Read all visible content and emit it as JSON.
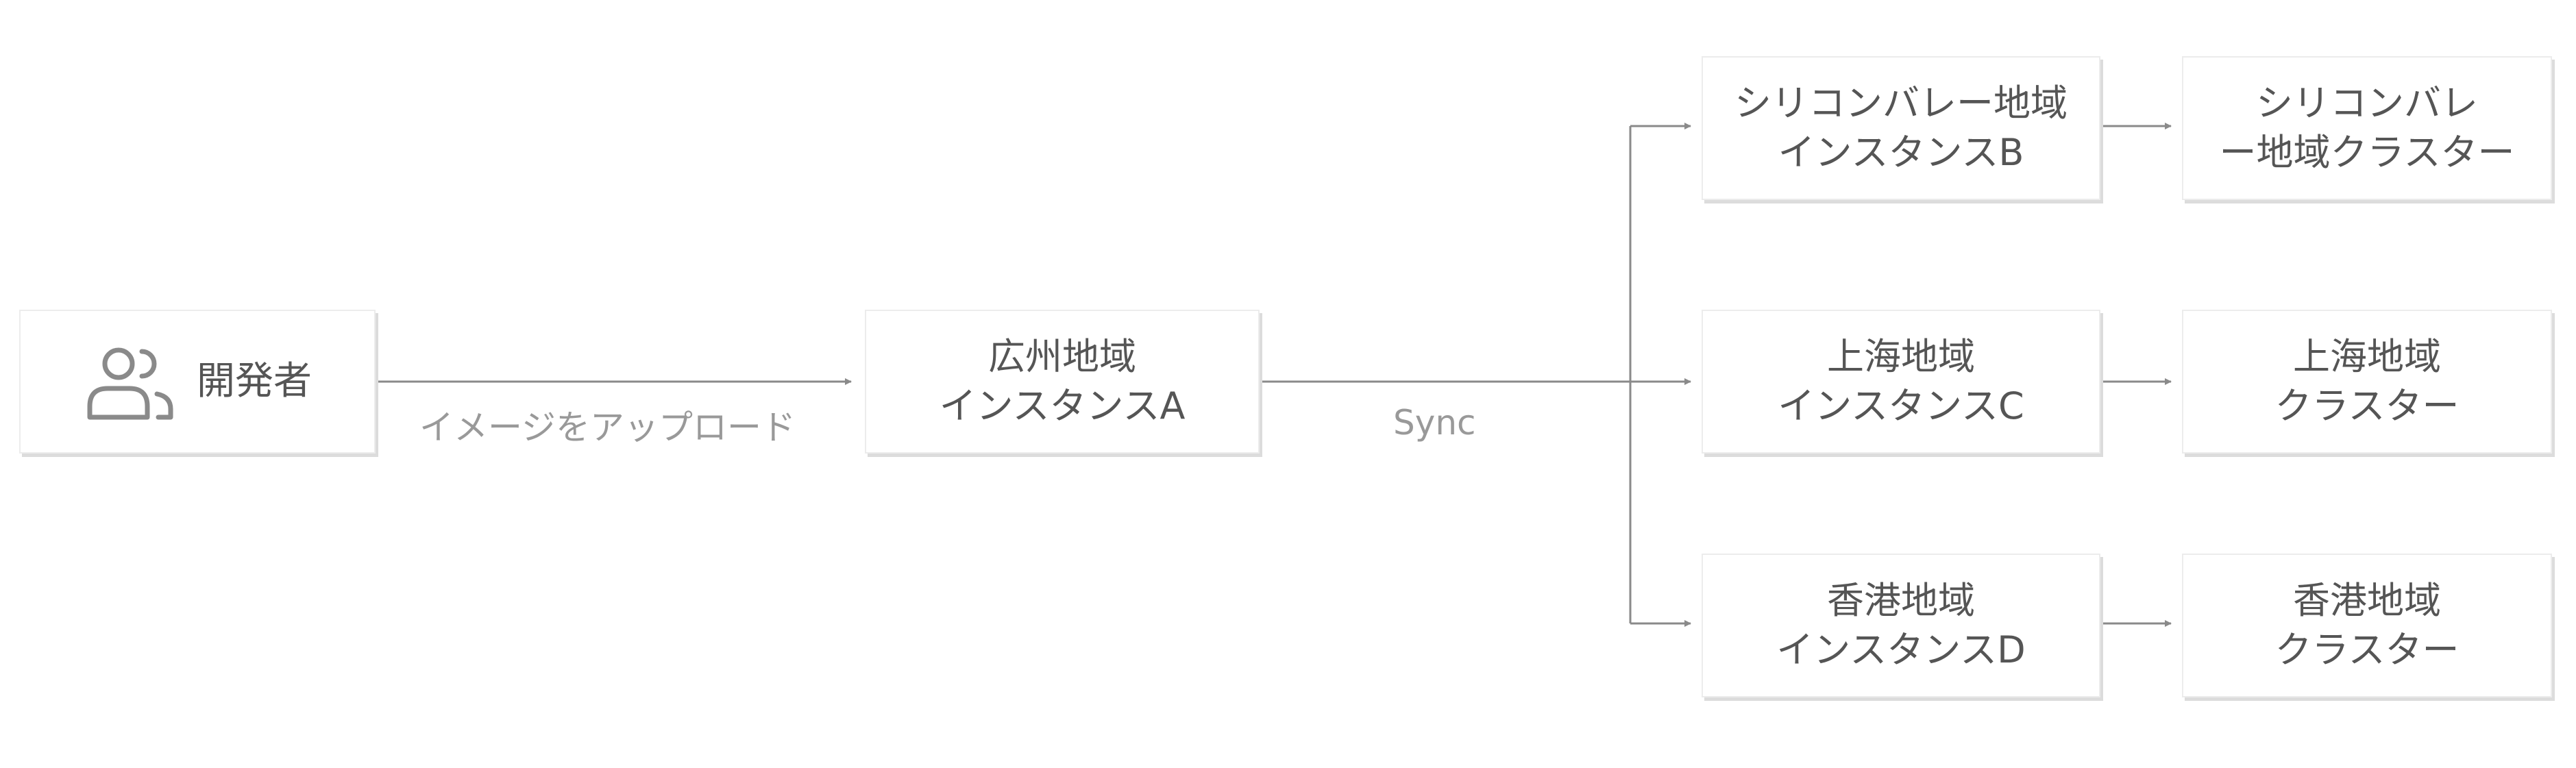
{
  "diagram": {
    "nodes": {
      "developer": {
        "label": "開発者",
        "icon": "users-icon"
      },
      "instance_a": {
        "lines": [
          "広州地域",
          "インスタンスA"
        ]
      },
      "instance_b": {
        "lines": [
          "シリコンバレー地域",
          "インスタンスB"
        ]
      },
      "instance_c": {
        "lines": [
          "上海地域",
          "インスタンスC"
        ]
      },
      "instance_d": {
        "lines": [
          "香港地域",
          "インスタンスD"
        ]
      },
      "cluster_b": {
        "lines": [
          "シリコンバレ",
          "ー地域クラスター"
        ]
      },
      "cluster_c": {
        "lines": [
          "上海地域",
          "クラスター"
        ]
      },
      "cluster_d": {
        "lines": [
          "香港地域",
          "クラスター"
        ]
      }
    },
    "edges": {
      "upload_label": "イメージをアップロード",
      "sync_label": "Sync"
    },
    "colors": {
      "line": "#8a8a8a",
      "text": "#555555",
      "muted": "#999999",
      "border": "#e6e6e6"
    }
  }
}
